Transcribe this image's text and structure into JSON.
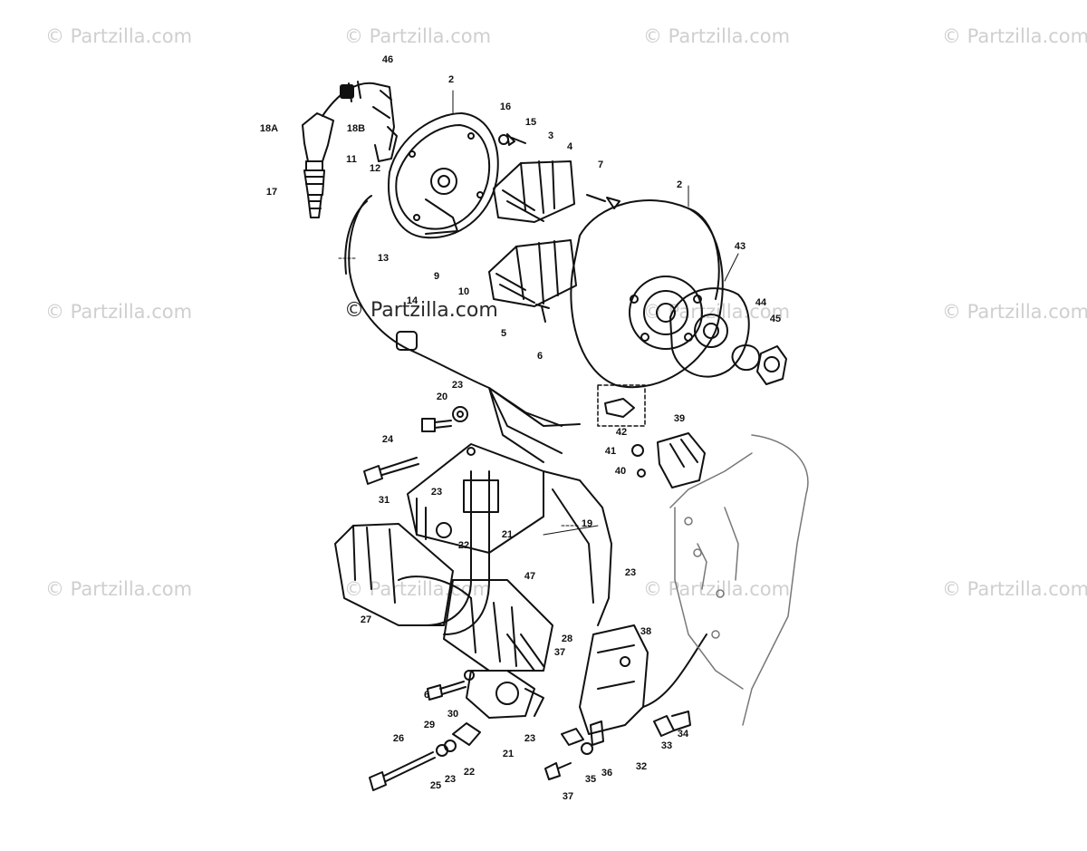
{
  "watermark": {
    "text": "© Partzilla.com"
  },
  "callouts": {
    "c2a": "2",
    "c2b": "2",
    "c3": "3",
    "c4": "4",
    "c5": "5",
    "c6": "6",
    "c7": "7",
    "c9": "9",
    "c10": "10",
    "c11": "11",
    "c12": "12",
    "c13": "13",
    "c14": "14",
    "c15": "15",
    "c16": "16",
    "c17": "17",
    "c18a": "18A",
    "c18b": "18B",
    "c19": "19",
    "c20": "20",
    "c21a": "21",
    "c21b": "21",
    "c22a": "22",
    "c22b": "22",
    "c23a": "23",
    "c23b": "23",
    "c23c": "23",
    "c23d": "23",
    "c23e": "23",
    "c24": "24",
    "c25": "25",
    "c26": "26",
    "c27": "27",
    "c28": "28",
    "c29": "29",
    "c30": "30",
    "c31": "31",
    "c32": "32",
    "c33": "33",
    "c34": "34",
    "c35": "35",
    "c36": "36",
    "c37a": "37",
    "c37b": "37",
    "c38": "38",
    "c39": "39",
    "c40": "40",
    "c41": "41",
    "c42": "42",
    "c43": "43",
    "c44": "44",
    "c45": "45",
    "c46": "46",
    "c47": "47",
    "c6b": "6"
  }
}
